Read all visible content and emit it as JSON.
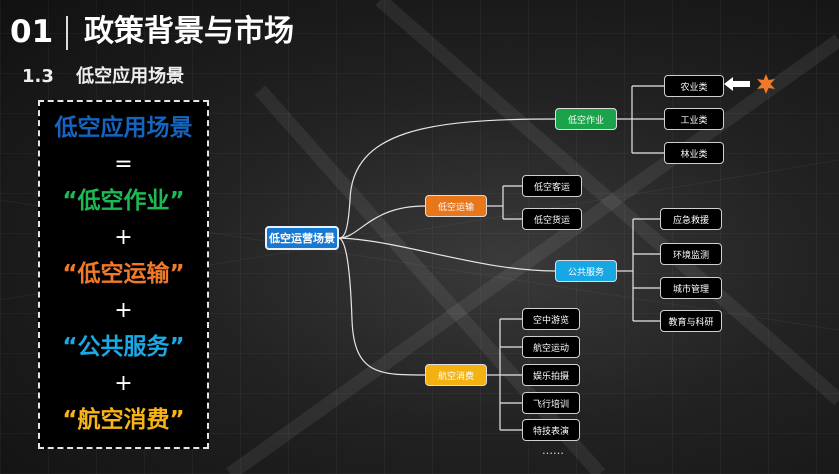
{
  "header": {
    "number": "01",
    "title": "政策背景与市场"
  },
  "subheader": {
    "number": "1.3",
    "title": "低空应用场景"
  },
  "equation": {
    "term_total": "低空应用场景",
    "equals": "=",
    "plus": "+",
    "term1": "“低空作业”",
    "term2": "“低空运输”",
    "term3": "“公共服务”",
    "term4": "“航空消费”"
  },
  "mindmap": {
    "root": "低空运营场景",
    "categories": {
      "work": {
        "label": "低空作业",
        "items": [
          "农业类",
          "工业类",
          "林业类"
        ]
      },
      "transport": {
        "label": "低空运输",
        "items": [
          "低空客运",
          "低空货运"
        ]
      },
      "public": {
        "label": "公共服务",
        "items": [
          "应急救援",
          "环境监测",
          "城市管理",
          "教育与科研"
        ]
      },
      "consume": {
        "label": "航空消费",
        "items": [
          "空中游览",
          "航空运动",
          "娱乐拍摄",
          "飞行培训",
          "特技表演"
        ]
      }
    },
    "ellipsis": "……"
  },
  "colors": {
    "work": "#1aa34a",
    "transport": "#e8761b",
    "public": "#17a7e4",
    "consume": "#f3b212",
    "root": "#1678d2",
    "highlight_star": "#f07a2a"
  }
}
